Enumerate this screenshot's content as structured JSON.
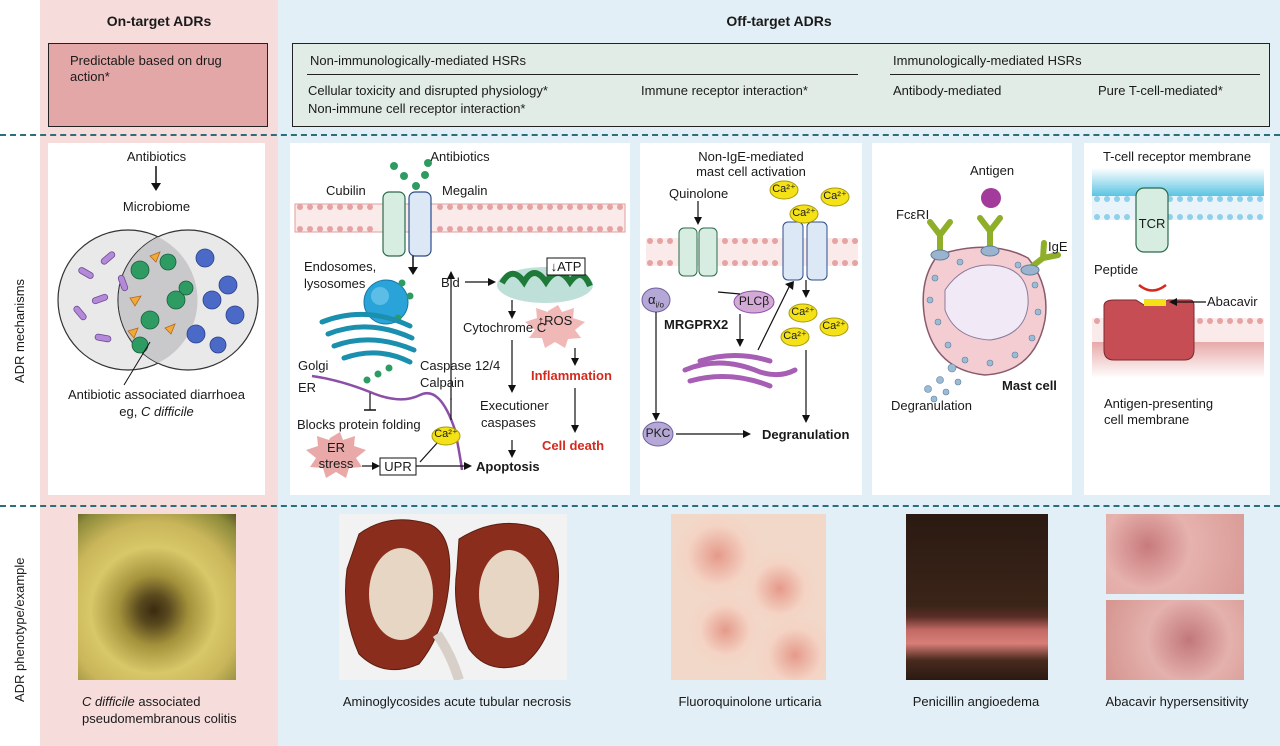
{
  "headers": {
    "on_target": "On-target ADRs",
    "off_target": "Off-target ADRs"
  },
  "row_labels": {
    "mechanisms": "ADR mechanisms",
    "phenotype": "ADR phenotype/example"
  },
  "classification": {
    "on_target_box": "Predictable based on drug action*",
    "non_immuno_title": "Non-immunologically-mediated HSRs",
    "immuno_title": "Immunologically-mediated HSRs",
    "cellular_toxicity": "Cellular toxicity and disrupted physiology*",
    "non_immune_receptor": "Non-immune cell receptor interaction*",
    "immune_receptor": "Immune receptor interaction*",
    "antibody_mediated": "Antibody-mediated",
    "t_cell_mediated": "Pure T-cell-mediated*"
  },
  "panel1": {
    "antibiotics": "Antibiotics",
    "microbiome": "Microbiome",
    "caption_line1": "Antibiotic associated diarrhoea",
    "caption_line2_prefix": "eg, ",
    "caption_line2_italic": "C difficile"
  },
  "panel2": {
    "antibiotics": "Antibiotics",
    "cubilin": "Cubilin",
    "megalin": "Megalin",
    "endosomes": "Endosomes,",
    "lysosomes": "lysosomes",
    "golgi": "Golgi",
    "er": "ER",
    "blocks": "Blocks protein folding",
    "er_stress_1": "ER",
    "er_stress_2": "stress",
    "upr": "UPR",
    "ca": "Ca²⁺",
    "caspase": "Caspase 12/4",
    "calpain": "Calpain",
    "bid": "Bid",
    "atp": "↓ATP",
    "ros": "↑ROS",
    "cytochrome": "Cytochrome C",
    "executioner": "Executioner",
    "caspases": "caspases",
    "inflammation": "Inflammation",
    "cell_death": "Cell death",
    "apoptosis": "Apoptosis"
  },
  "panel3": {
    "title_1": "Non-IgE-mediated",
    "title_2": "mast cell activation",
    "quinolone": "Quinolone",
    "ca": "Ca²⁺",
    "alpha": "α",
    "alpha_sub": "i/o",
    "mrgprx2": "MRGPRX2",
    "plcb": "PLCβ",
    "pkc": "PKC",
    "degranulation": "Degranulation"
  },
  "panel4": {
    "antigen": "Antigen",
    "fceri": "FcεRI",
    "ige": "IgE",
    "mast_cell": "Mast cell",
    "degranulation": "Degranulation"
  },
  "panel5": {
    "tcr_membrane": "T-cell receptor membrane",
    "tcr": "TCR",
    "peptide": "Peptide",
    "abacavir": "Abacavir",
    "apc_1": "Antigen-presenting",
    "apc_2": "cell membrane"
  },
  "captions": {
    "c1_italic": "C difficile",
    "c1_rest": " associated",
    "c1_line2": "pseudomembranous colitis",
    "c2": "Aminoglycosides acute tubular necrosis",
    "c3": "Fluoroquinolone urticaria",
    "c4": "Penicillin angioedema",
    "c5": "Abacavir hypersensitivity"
  },
  "colors": {
    "pink_bg": "#f7dcdc",
    "blue_bg": "#e3eff6",
    "classification_box": "#e2ece6",
    "on_target_box": "#e3a7a7",
    "red_text": "#d42a1e",
    "calcium": "#f4e216"
  }
}
